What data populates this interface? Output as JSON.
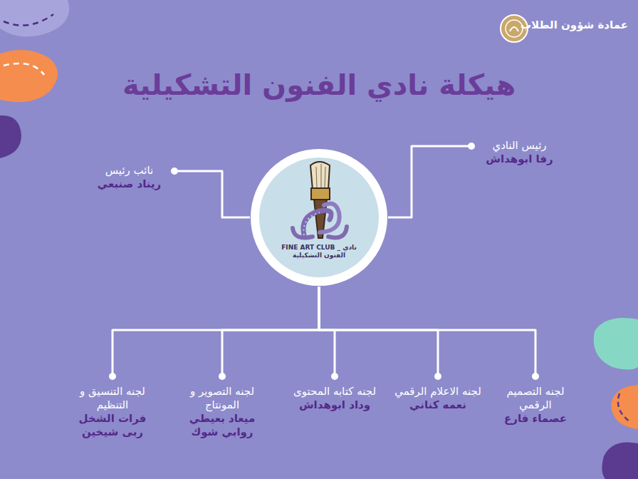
{
  "diagram": {
    "title": "هيكلة نادي الفنون التشكيلية",
    "nodes": [
      {
        "text": [
          "FINE ART CLUB _ نادي الفنون التشكيلية"
        ]
      },
      {
        "text": [
          "رئيس النادي",
          "رفا ابوهداش"
        ]
      },
      {
        "text": [
          "نائب رئيس",
          "ريناد صنبعي"
        ]
      },
      {
        "text": [
          "لجنه التصميم الرقمي",
          "عصماء فارع"
        ]
      },
      {
        "text": [
          "لجنه الاعلام الرقمي",
          "نعمه كناني"
        ]
      },
      {
        "text": [
          "لجنه كتابه المحتوى",
          "وداد ابوهداش"
        ]
      },
      {
        "text": [
          "لجنه التصوير و المونتاج",
          "ميعاد بعيطي",
          "روابي شوك"
        ]
      },
      {
        "text": [
          "لجنه التنسيق و التنظيم",
          "فرات الشخل",
          "ربى شيخين"
        ]
      }
    ],
    "edges": [
      {
        "from": 0,
        "to": 1,
        "arrow": "none"
      },
      {
        "from": 0,
        "to": 2,
        "arrow": "none"
      },
      {
        "from": 0,
        "to": 3,
        "arrow": "none"
      },
      {
        "from": 0,
        "to": 4,
        "arrow": "none"
      },
      {
        "from": 0,
        "to": 5,
        "arrow": "none"
      },
      {
        "from": 0,
        "to": 6,
        "arrow": "none"
      },
      {
        "from": 0,
        "to": 7,
        "arrow": "none"
      }
    ],
    "labels": [
      "عمادة شؤون الطلاب"
    ]
  }
}
